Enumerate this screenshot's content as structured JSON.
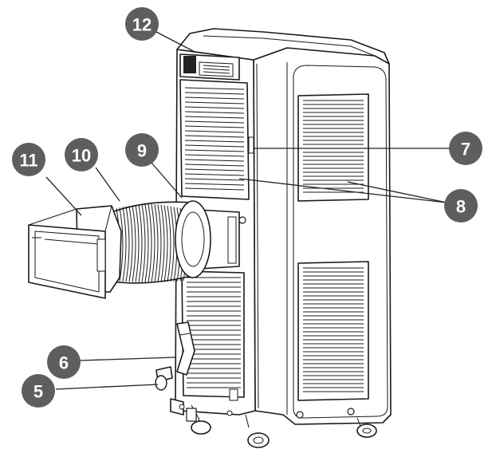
{
  "callouts": [
    {
      "id": "12",
      "label": "12"
    },
    {
      "id": "11",
      "label": "11"
    },
    {
      "id": "10",
      "label": "10"
    },
    {
      "id": "9",
      "label": "9"
    },
    {
      "id": "7",
      "label": "7"
    },
    {
      "id": "8",
      "label": "8"
    },
    {
      "id": "6",
      "label": "6"
    },
    {
      "id": "5",
      "label": "5"
    }
  ],
  "colors": {
    "badge": "#5e5e5e",
    "line": "#1a1a1a",
    "background": "#ffffff"
  }
}
